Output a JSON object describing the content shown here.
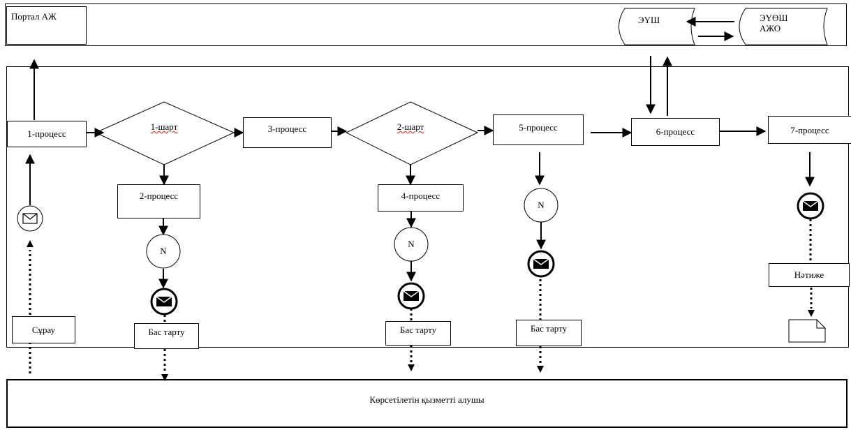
{
  "top_lane": {
    "portal_label": "Портал АЖ",
    "eush_label": "ЭҮШ",
    "eoush_label": "ЭҮӨШ АЖО"
  },
  "processes": {
    "p1": "1-процесс",
    "p2": "2-процесс",
    "p3": "3-процесс",
    "p4": "4-процесс",
    "p5": "5-процесс",
    "p6": "6-процесс",
    "p7": "7-процесс"
  },
  "conditions": {
    "c1": "1-шарт",
    "c2": "2-шарт"
  },
  "nodes": {
    "n_label": "N",
    "request_label": "Сұрау",
    "refusal_label": "Бас тарту",
    "result_label": "Нәтиже"
  },
  "bottom_lane": {
    "receiver_label": "Көрсетілетін қызметті алушы"
  },
  "colors": {
    "line": "#000000",
    "wavy_underline": "#d02020"
  }
}
